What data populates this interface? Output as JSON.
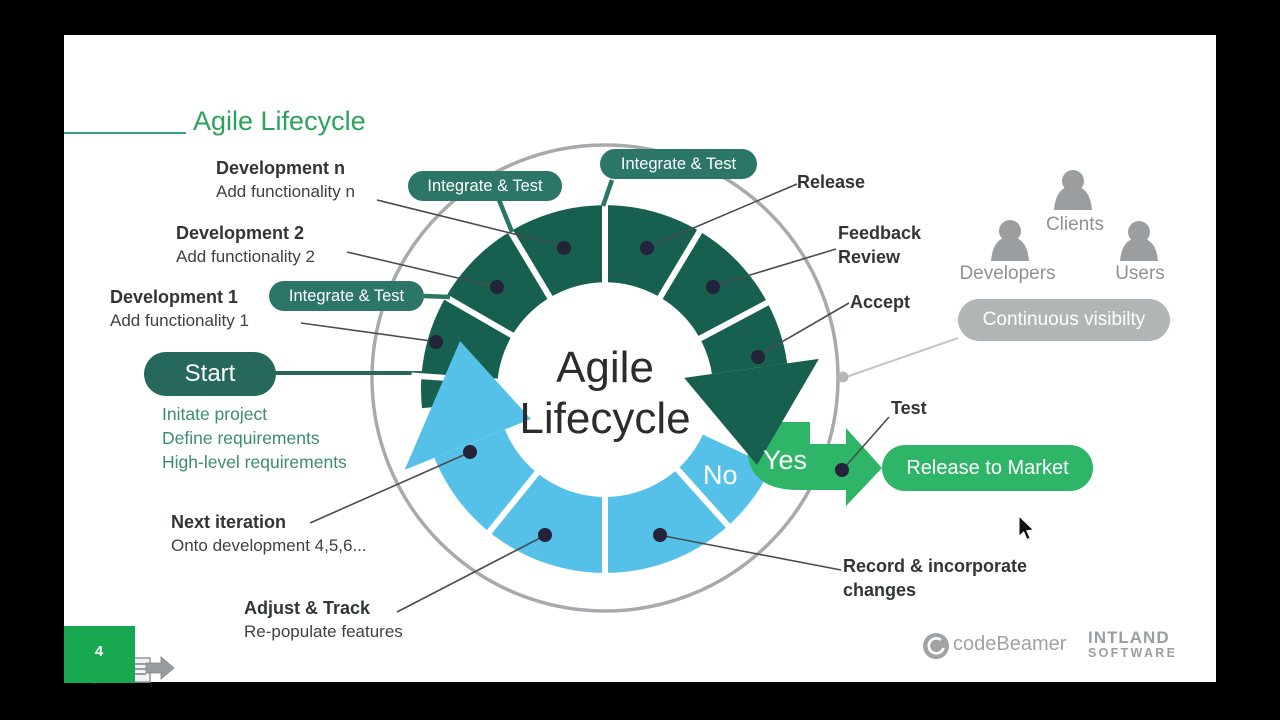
{
  "slide": {
    "title": "Agile Lifecycle",
    "center": {
      "line1": "Agile",
      "line2": "Lifecycle"
    },
    "pills": {
      "integrate_test": "Integrate & Test",
      "start": "Start",
      "yes": "Yes",
      "no": "No",
      "release_to_market": "Release to Market",
      "continuous_visibility": "Continuous visibilty"
    },
    "callouts": {
      "development_n": {
        "title": "Development n",
        "subtitle": "Add functionality n"
      },
      "development_2": {
        "title": "Development 2",
        "subtitle": "Add functionality 2"
      },
      "development_1": {
        "title": "Development 1",
        "subtitle": "Add functionality 1"
      },
      "release": {
        "title": "Release"
      },
      "feedback": {
        "line1": "Feedback",
        "line2": "Review"
      },
      "accept": {
        "title": "Accept"
      },
      "test": {
        "title": "Test"
      },
      "record": {
        "line1": "Record & incorporate",
        "line2": "changes"
      },
      "next_iteration": {
        "title": "Next iteration",
        "subtitle": "Onto development 4,5,6..."
      },
      "adjust_track": {
        "title": "Adjust & Track",
        "subtitle": "Re-populate features"
      }
    },
    "start_notes": [
      "Initate project",
      "Define requirements",
      "High-level requirements"
    ],
    "people": {
      "developers": "Developers",
      "clients": "Clients",
      "users": "Users"
    },
    "colors": {
      "ring_dark_green": "#17604f",
      "ring_blue": "#55c1e9",
      "pill_teal": "#2c7668",
      "start_teal": "#26695c",
      "action_green": "#2eb567",
      "outer_circle_gray": "#a7aaac",
      "neutral_gray": "#b2b5b6",
      "title_green": "#2ca25d"
    }
  },
  "toolbar": {
    "page_number": "4"
  },
  "footer": {
    "codebeamer": "codeBeamer",
    "intland_line1": "INTLAND",
    "intland_line2": "SOFTWARE"
  }
}
